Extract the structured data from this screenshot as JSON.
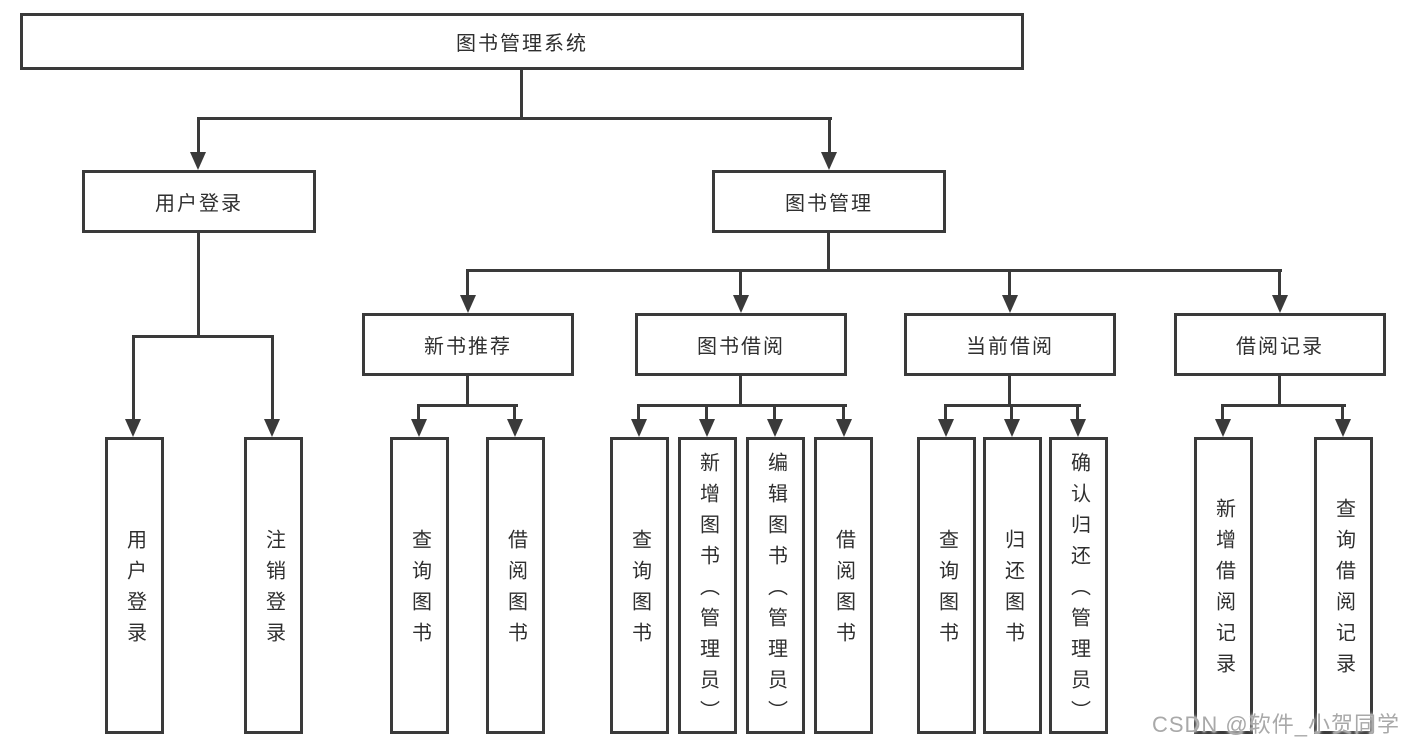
{
  "diagram": {
    "root": {
      "label": "图书管理系统"
    },
    "branches": [
      {
        "label": "用户登录",
        "children": [
          {
            "label": "用户登录"
          },
          {
            "label": "注销登录"
          }
        ]
      },
      {
        "label": "图书管理",
        "groups": [
          {
            "label": "新书推荐",
            "children": [
              {
                "label": "查询图书"
              },
              {
                "label": "借阅图书"
              }
            ]
          },
          {
            "label": "图书借阅",
            "children": [
              {
                "label": "查询图书"
              },
              {
                "label": "新增图书（管理员）"
              },
              {
                "label": "编辑图书（管理员）"
              },
              {
                "label": "借阅图书"
              }
            ]
          },
          {
            "label": "当前借阅",
            "children": [
              {
                "label": "查询图书"
              },
              {
                "label": "归还图书"
              },
              {
                "label": "确认归还（管理员）"
              }
            ]
          },
          {
            "label": "借阅记录",
            "children": [
              {
                "label": "新增借阅记录"
              },
              {
                "label": "查询借阅记录"
              }
            ]
          }
        ]
      }
    ],
    "watermark": {
      "text": "CSDN @软件_小贺同学"
    },
    "colors": {
      "line": "#3a3a3a",
      "text": "#2f2f2f",
      "watermark": "#a9a9a9",
      "background": "#ffffff"
    }
  }
}
